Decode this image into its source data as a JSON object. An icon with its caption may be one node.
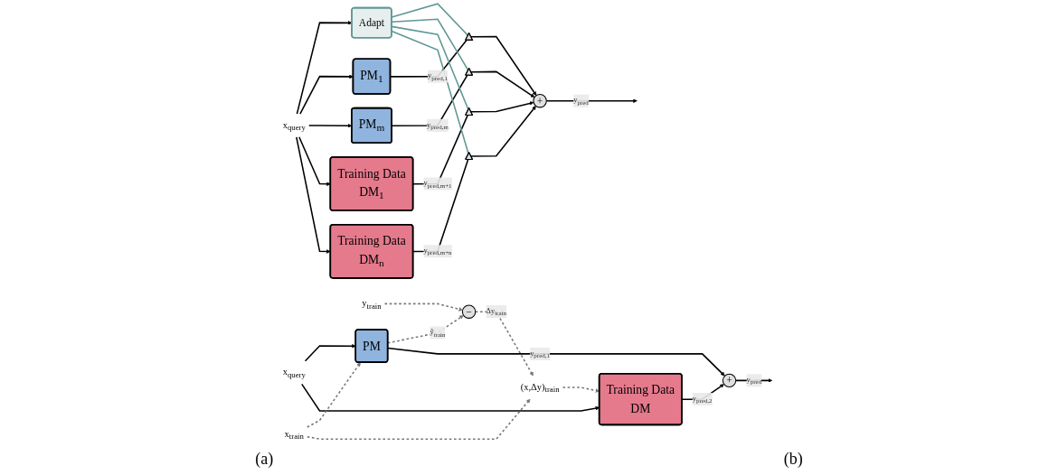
{
  "diagram": {
    "nodes": [
      {
        "text": [
          "x$_{query}$"
        ]
      },
      {
        "text": [
          "x$_{train}$"
        ]
      },
      {
        "text": [
          "PM"
        ]
      },
      {
        "text": [
          "y$_{train}$"
        ]
      },
      {
        "text": [
          "−"
        ]
      },
      {
        "text": [
          "(x,Δy)$_{train}$"
        ]
      },
      {
        "text": [
          "Training Data",
          "DM"
        ]
      },
      {
        "text": [
          "+"
        ]
      },
      {
        "text": [
          "x$_{query}$"
        ]
      },
      {
        "text": [
          "Adapt"
        ]
      },
      {
        "text": [
          "PM$_{1}$"
        ]
      },
      {
        "text": [
          "PM$_{m}$"
        ]
      },
      {
        "text": [
          "Training Data",
          "DM$_{1}$"
        ]
      },
      {
        "text": [
          "Training Data",
          "DM$_{n}$"
        ]
      },
      {
        "text": [],
        "shape": "triangle"
      },
      {
        "text": [],
        "shape": "triangle"
      },
      {
        "text": [],
        "shape": "triangle"
      },
      {
        "text": [],
        "shape": "triangle"
      },
      {
        "text": [
          "+"
        ]
      }
    ],
    "edges": [
      {
        "from": 0,
        "to": 2,
        "arrow": "to"
      },
      {
        "from": 0,
        "to": 6,
        "arrow": "to"
      },
      {
        "from": 1,
        "to": 2,
        "arrow": "to",
        "style": "dashed",
        "color": "#777777"
      },
      {
        "from": 1,
        "to": 5,
        "arrow": "to",
        "style": "dashed",
        "color": "#777777"
      },
      {
        "from": 2,
        "to": 4,
        "arrow": "to",
        "label": "ỹ$_{train}$",
        "style": "dashed",
        "color": "#777777"
      },
      {
        "from": 3,
        "to": 4,
        "arrow": "to",
        "style": "dashed",
        "color": "#777777"
      },
      {
        "from": 4,
        "to": 5,
        "arrow": "to",
        "label": "Δy$_{train}$",
        "style": "dashed",
        "color": "#777777"
      },
      {
        "from": 5,
        "to": 6,
        "arrow": "to",
        "style": "dashed",
        "color": "#777777"
      },
      {
        "from": 2,
        "to": 7,
        "arrow": "to",
        "label": "y$_{pred,1}$"
      },
      {
        "from": 6,
        "to": 7,
        "arrow": "to",
        "label": "y$_{pred,2}$"
      },
      {
        "from": 7,
        "to": null,
        "arrow": "to",
        "label": "y$_{pred}$"
      },
      {
        "from": 8,
        "to": 9,
        "arrow": "to"
      },
      {
        "from": 8,
        "to": 10,
        "arrow": "to"
      },
      {
        "from": 8,
        "to": 11,
        "arrow": "to"
      },
      {
        "from": 8,
        "to": 12,
        "arrow": "to"
      },
      {
        "from": 8,
        "to": 13,
        "arrow": "to"
      },
      {
        "from": 10,
        "to": 14,
        "arrow": "none",
        "label": "y$_{pred,1}$"
      },
      {
        "from": 11,
        "to": 15,
        "arrow": "none",
        "label": "y$_{pred,m}$"
      },
      {
        "from": 12,
        "to": 16,
        "arrow": "none",
        "label": "y$_{pred,m+1}$"
      },
      {
        "from": 13,
        "to": 17,
        "arrow": "none",
        "label": "y$_{pred,m+n}$"
      },
      {
        "from": 9,
        "to": 14,
        "arrow": "none",
        "color": "#5f9795"
      },
      {
        "from": 9,
        "to": 15,
        "arrow": "none",
        "color": "#5f9795"
      },
      {
        "from": 9,
        "to": 16,
        "arrow": "none",
        "color": "#5f9795"
      },
      {
        "from": 9,
        "to": 17,
        "arrow": "none",
        "color": "#5f9795"
      },
      {
        "from": 14,
        "to": 18,
        "arrow": "to"
      },
      {
        "from": 15,
        "to": 18,
        "arrow": "to"
      },
      {
        "from": 16,
        "to": 18,
        "arrow": "to"
      },
      {
        "from": 17,
        "to": 18,
        "arrow": "to"
      },
      {
        "from": 18,
        "to": null,
        "arrow": "to",
        "label": "y$_{pred}$"
      }
    ],
    "labels": [
      "(a)",
      "(b)"
    ]
  }
}
